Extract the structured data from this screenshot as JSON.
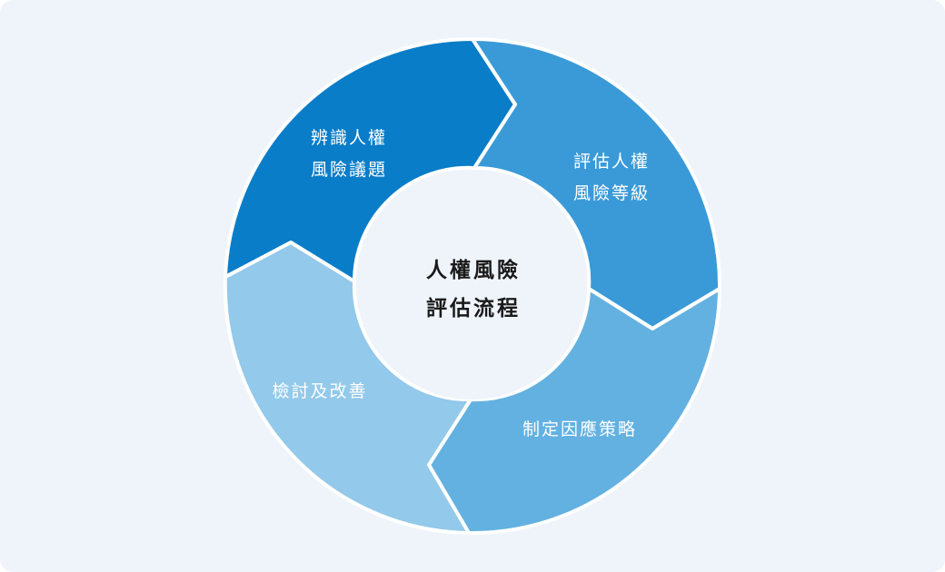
{
  "center": {
    "line1": "人權風險",
    "line2": "評估流程"
  },
  "segments": [
    {
      "id": "identify",
      "lines": [
        "辨識人權",
        "風險議題"
      ],
      "color": "#0a7dc9"
    },
    {
      "id": "assess",
      "lines": [
        "評估人權",
        "風險等級"
      ],
      "color": "#3a9ad8"
    },
    {
      "id": "strategy",
      "lines": [
        "制定因應策略"
      ],
      "color": "#63b1e1"
    },
    {
      "id": "review",
      "lines": [
        "檢討及改善"
      ],
      "color": "#93c9ea"
    }
  ],
  "colors": {
    "background": "#eef4fa",
    "center_fill": "#eef4fa",
    "separator": "#ffffff"
  }
}
